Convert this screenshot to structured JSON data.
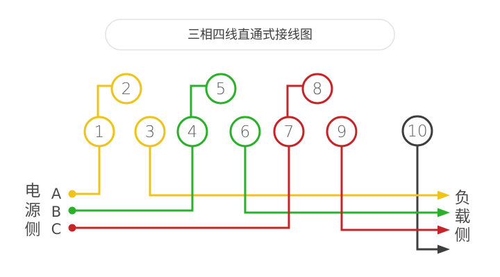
{
  "title": "三相四线直通式接线图",
  "source_side": {
    "label_chars": [
      "电",
      "源",
      "侧"
    ],
    "phase_labels": [
      "A",
      "B",
      "C"
    ]
  },
  "load_side": {
    "label_chars": [
      "负",
      "载",
      "侧"
    ]
  },
  "terminals": {
    "numbers": [
      "1",
      "2",
      "3",
      "4",
      "5",
      "6",
      "7",
      "8",
      "9",
      "10"
    ]
  },
  "colors": {
    "phase_a": "#EFC319",
    "phase_b": "#2BB02B",
    "phase_c": "#C62528",
    "neutral": "#3E3E3E",
    "label_text": "#4A4A4A",
    "number_text": "#5C5C5C",
    "title_text": "#3D3D3D",
    "pill_border": "#E3E3E3"
  }
}
